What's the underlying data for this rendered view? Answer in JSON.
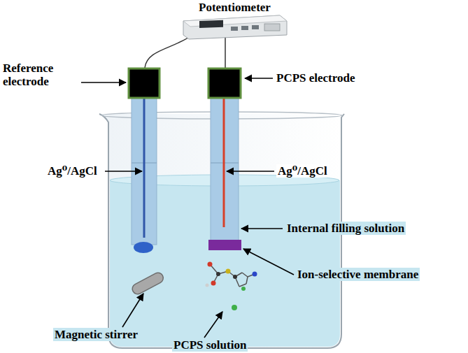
{
  "diagram": {
    "labels": [
      "Potentiometer",
      "Reference electrode",
      "PCPS electrode",
      "Ag⁰/AgCl",
      "Ag⁰/AgCl",
      "Internal filling solution",
      "Ion-selective membrane",
      "Magnetic stirrer",
      "PCPS solution"
    ]
  }
}
